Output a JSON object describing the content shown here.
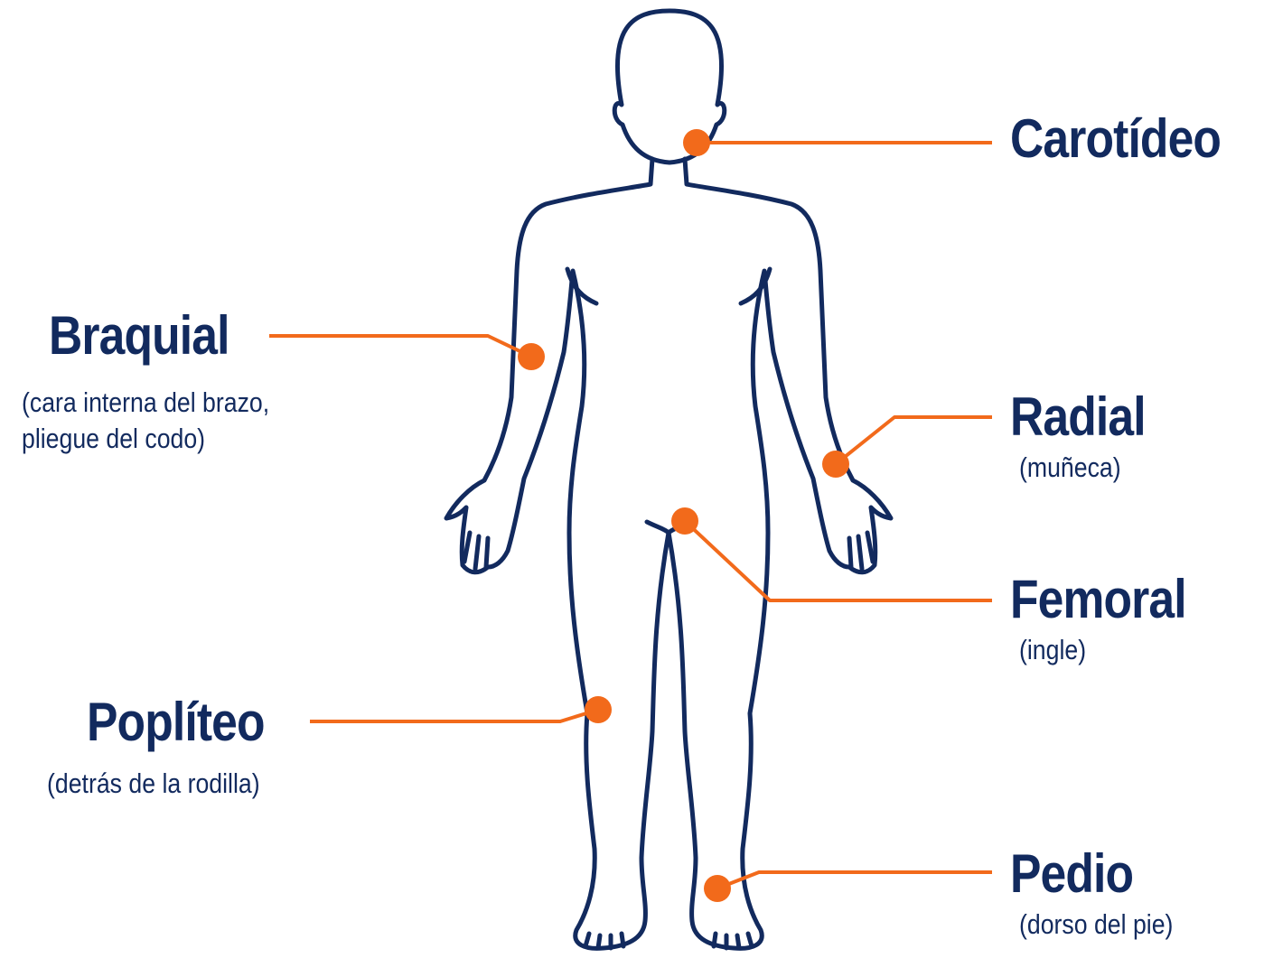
{
  "colors": {
    "outline": "#122a5e",
    "accent": "#f26a1b",
    "text": "#122a5e",
    "background": "#ffffff"
  },
  "pulse_points": {
    "carotideo": {
      "name": "Carotídeo"
    },
    "braquial": {
      "name": "Braquial",
      "description_lines": [
        "(cara interna del brazo,",
        "pliegue del codo)"
      ]
    },
    "radial": {
      "name": "Radial",
      "description": "(muñeca)"
    },
    "femoral": {
      "name": "Femoral",
      "description": "(ingle)"
    },
    "popliteo": {
      "name": "Poplíteo",
      "description": "(detrás de la rodilla)"
    },
    "pedio": {
      "name": "Pedio",
      "description": "(dorso del pie)"
    }
  }
}
